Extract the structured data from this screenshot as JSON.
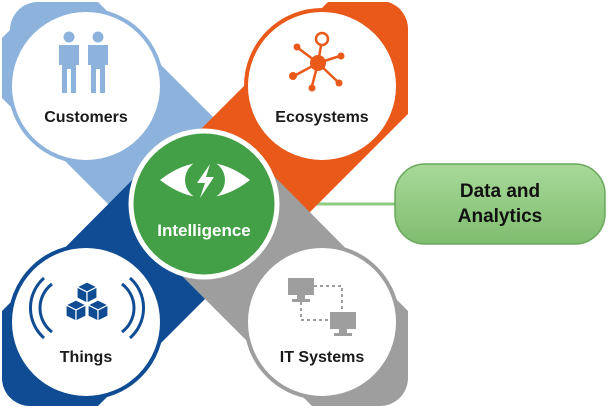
{
  "nodes": {
    "customers": {
      "label": "Customers",
      "color": "#8db3dc"
    },
    "ecosystems": {
      "label": "Ecosystems",
      "color": "#e8591a"
    },
    "things": {
      "label": "Things",
      "color": "#0f4c93"
    },
    "it_systems": {
      "label": "IT Systems",
      "color": "#9e9e9e"
    }
  },
  "hub": {
    "label": "Intelligence",
    "color": "#43a047"
  },
  "callout": {
    "line1": "Data and",
    "line2": "Analytics",
    "color": "#8fcb80"
  },
  "icons": {
    "customers": "people-icon",
    "ecosystems": "network-hub-icon",
    "things": "connected-cubes-icon",
    "it_systems": "linked-computers-icon",
    "hub": "eye-lightning-icon"
  }
}
